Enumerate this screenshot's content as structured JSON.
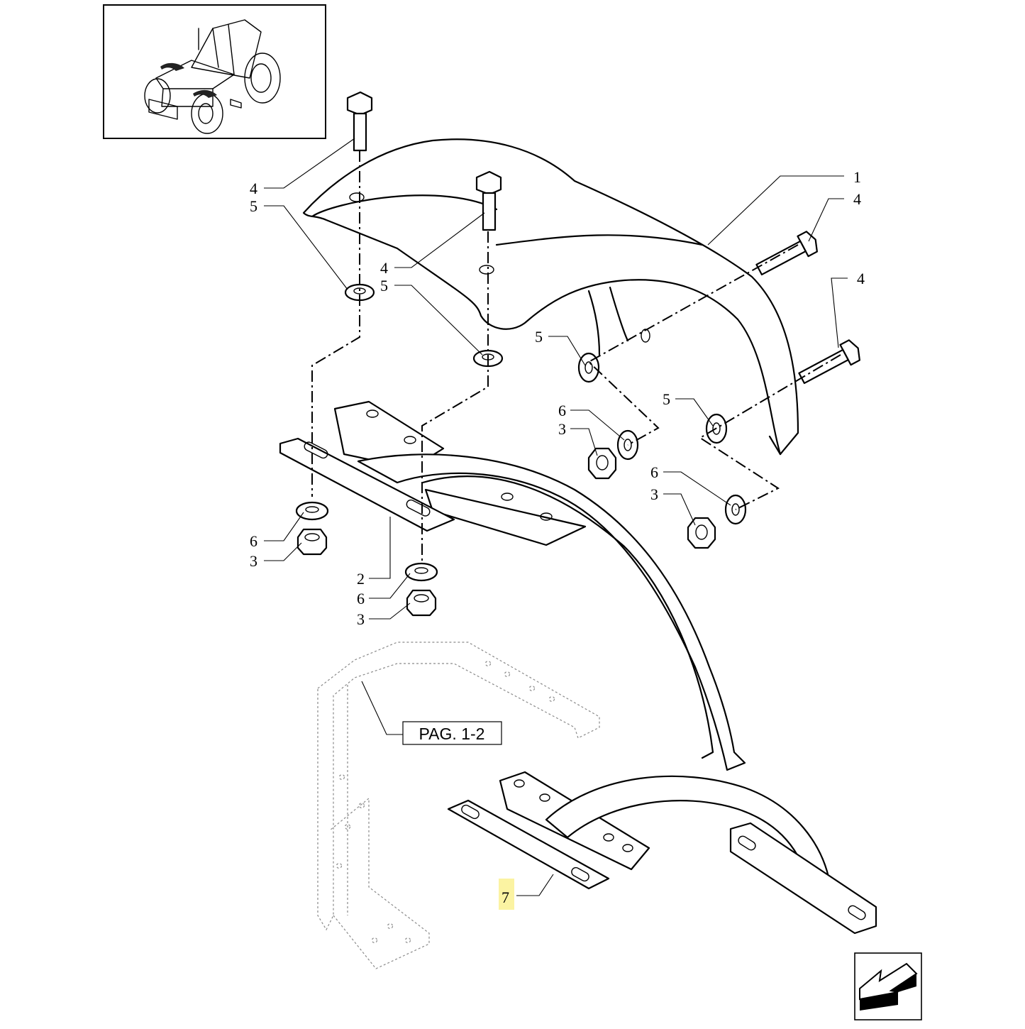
{
  "callouts": [
    {
      "label": "1"
    },
    {
      "label": "4"
    },
    {
      "label": "4"
    },
    {
      "label": "4"
    },
    {
      "label": "4"
    },
    {
      "label": "5"
    },
    {
      "label": "5"
    },
    {
      "label": "5"
    },
    {
      "label": "5"
    },
    {
      "label": "6"
    },
    {
      "label": "3"
    },
    {
      "label": "6"
    },
    {
      "label": "3"
    },
    {
      "label": "6"
    },
    {
      "label": "3"
    },
    {
      "label": "2"
    },
    {
      "label": "6"
    },
    {
      "label": "3"
    },
    {
      "label": "7",
      "highlighted": true
    }
  ],
  "reference_box": {
    "label": "PAG. 1-2"
  },
  "highlight_color": "#fbf3a2",
  "icons": [
    "tractor-thumbnail",
    "next-page-arrow-icon"
  ]
}
